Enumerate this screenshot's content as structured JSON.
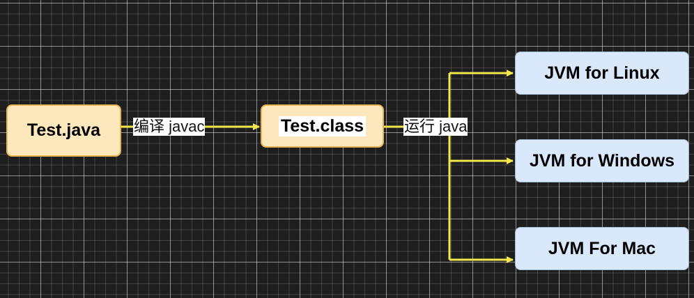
{
  "diagram": {
    "nodes": {
      "test_java": "Test.java",
      "test_class": "Test.class",
      "jvm_linux": "JVM for Linux",
      "jvm_windows": "JVM for Windows",
      "jvm_mac": "JVM For Mac"
    },
    "edges": {
      "compile": "编译 javac",
      "run": "运行 java"
    }
  },
  "colors": {
    "canvas_background": "#1e1e1e",
    "connector": "#f2e84a",
    "source_node_fill": "#fde7bd",
    "source_node_border": "#e6b452",
    "jvm_node_fill": "#dae8fc"
  }
}
